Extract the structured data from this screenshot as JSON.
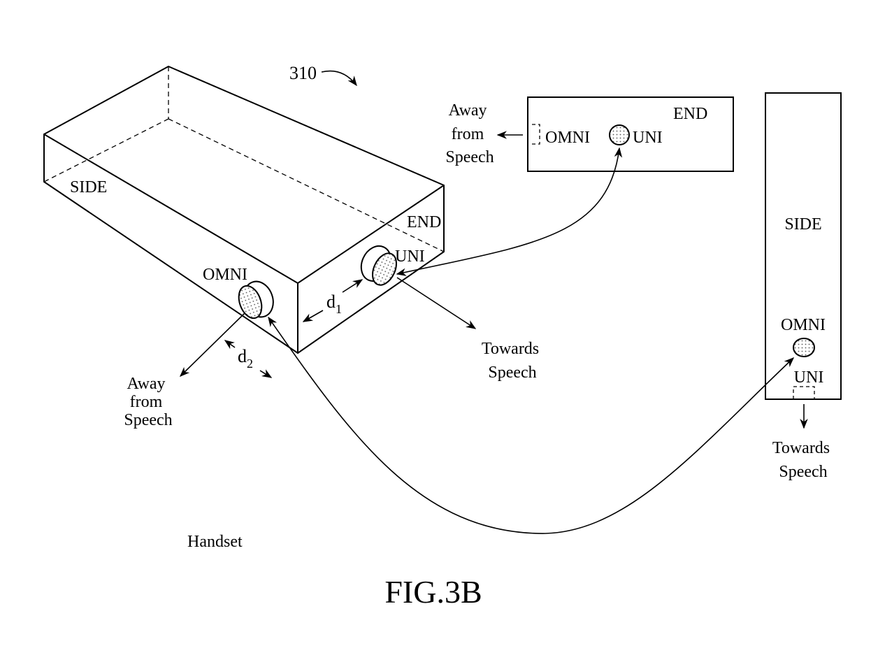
{
  "figure": {
    "reference_numeral": "310",
    "caption": "FIG.3B",
    "device_label": "Handset",
    "colors": {
      "ink": "#000000",
      "background": "#ffffff",
      "mic_fill": "#d8d8d8"
    }
  },
  "isometric_view": {
    "side_label": "SIDE",
    "end_label": "END",
    "omni_label": "OMNI",
    "uni_label": "UNI",
    "d1_label": "d",
    "d1_sub": "1",
    "d2_label": "d",
    "d2_sub": "2",
    "away_label": [
      "Away",
      "from",
      "Speech"
    ],
    "towards_label": [
      "Towards",
      "Speech"
    ]
  },
  "end_view": {
    "end_label": "END",
    "omni_label": "OMNI",
    "uni_label": "UNI",
    "away_label": [
      "Away",
      "from",
      "Speech"
    ]
  },
  "side_view": {
    "side_label": "SIDE",
    "omni_label": "OMNI",
    "uni_label": "UNI",
    "towards_label": [
      "Towards",
      "Speech"
    ]
  }
}
